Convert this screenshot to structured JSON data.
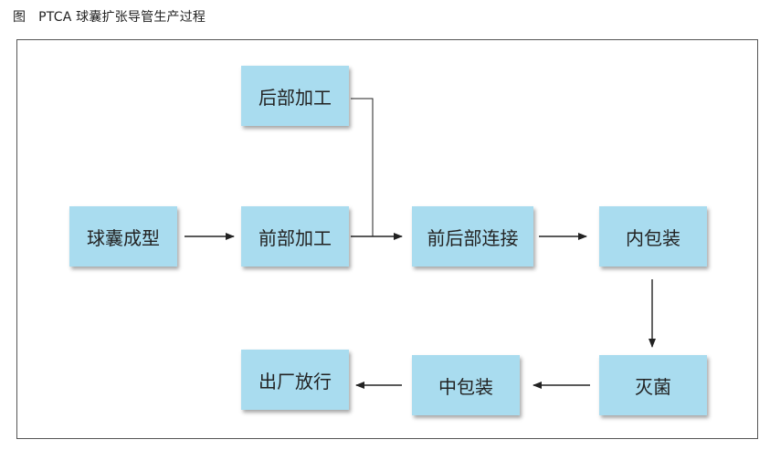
{
  "caption": {
    "label": "图",
    "title": "PTCA 球囊扩张导管生产过程"
  },
  "nodes": {
    "back_processing": "后部加工",
    "balloon_forming": "球囊成型",
    "front_processing": "前部加工",
    "front_back_connection": "前后部连接",
    "inner_packaging": "内包装",
    "sterilization": "灭菌",
    "middle_packaging": "中包装",
    "release": "出厂放行"
  },
  "colors": {
    "node_fill": "#a9dcef",
    "line": "#222222"
  }
}
